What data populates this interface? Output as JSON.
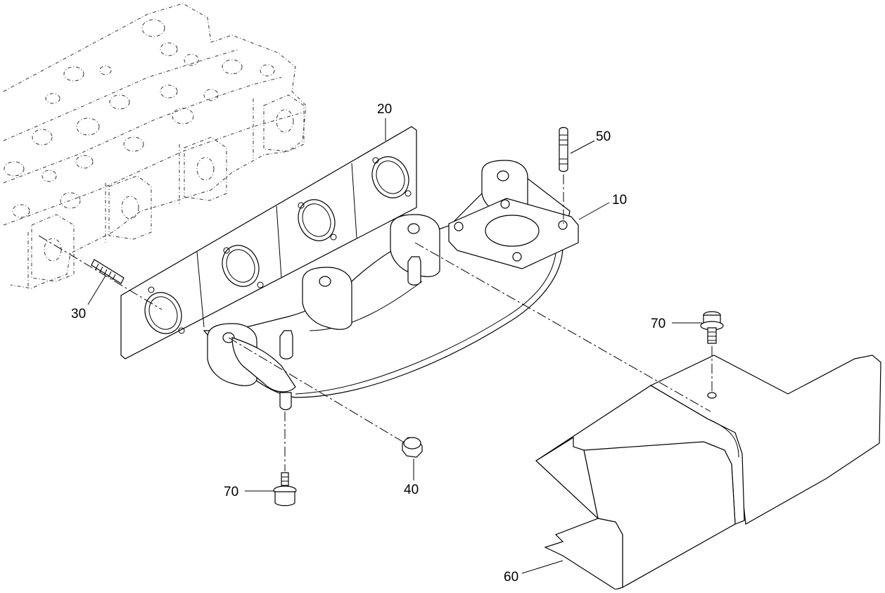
{
  "callouts": {
    "c10": "10",
    "c20": "20",
    "c30": "30",
    "c40": "40",
    "c50": "50",
    "c60": "60",
    "c70a": "70",
    "c70b": "70"
  }
}
